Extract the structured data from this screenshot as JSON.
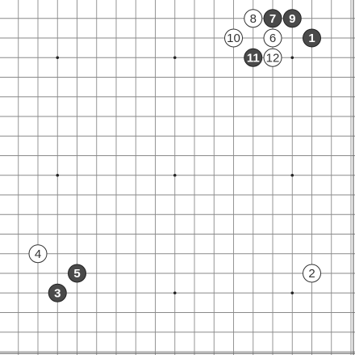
{
  "board": {
    "size": 19,
    "colors": {
      "background": "#ffffff",
      "grid": "#8a8a8a",
      "black_stone": "#4a4a4a",
      "white_stone": "#ffffff",
      "black_number": "#ffffff",
      "white_number": "#333333"
    },
    "hoshi": [
      [
        3,
        3
      ],
      [
        9,
        3
      ],
      [
        15,
        3
      ],
      [
        3,
        9
      ],
      [
        9,
        9
      ],
      [
        15,
        9
      ],
      [
        3,
        15
      ],
      [
        9,
        15
      ],
      [
        15,
        15
      ]
    ],
    "moves": [
      {
        "n": "1",
        "color": "black",
        "col": 16,
        "row": 2
      },
      {
        "n": "2",
        "color": "white",
        "col": 16,
        "row": 14
      },
      {
        "n": "3",
        "color": "black",
        "col": 3,
        "row": 15
      },
      {
        "n": "4",
        "color": "white",
        "col": 2,
        "row": 13
      },
      {
        "n": "5",
        "color": "black",
        "col": 4,
        "row": 14
      },
      {
        "n": "6",
        "color": "white",
        "col": 14,
        "row": 2
      },
      {
        "n": "7",
        "color": "black",
        "col": 14,
        "row": 1
      },
      {
        "n": "8",
        "color": "white",
        "col": 13,
        "row": 1
      },
      {
        "n": "9",
        "color": "black",
        "col": 15,
        "row": 1
      },
      {
        "n": "10",
        "color": "white",
        "col": 12,
        "row": 2
      },
      {
        "n": "11",
        "color": "black",
        "col": 13,
        "row": 3
      },
      {
        "n": "12",
        "color": "white",
        "col": 14,
        "row": 3
      }
    ]
  }
}
